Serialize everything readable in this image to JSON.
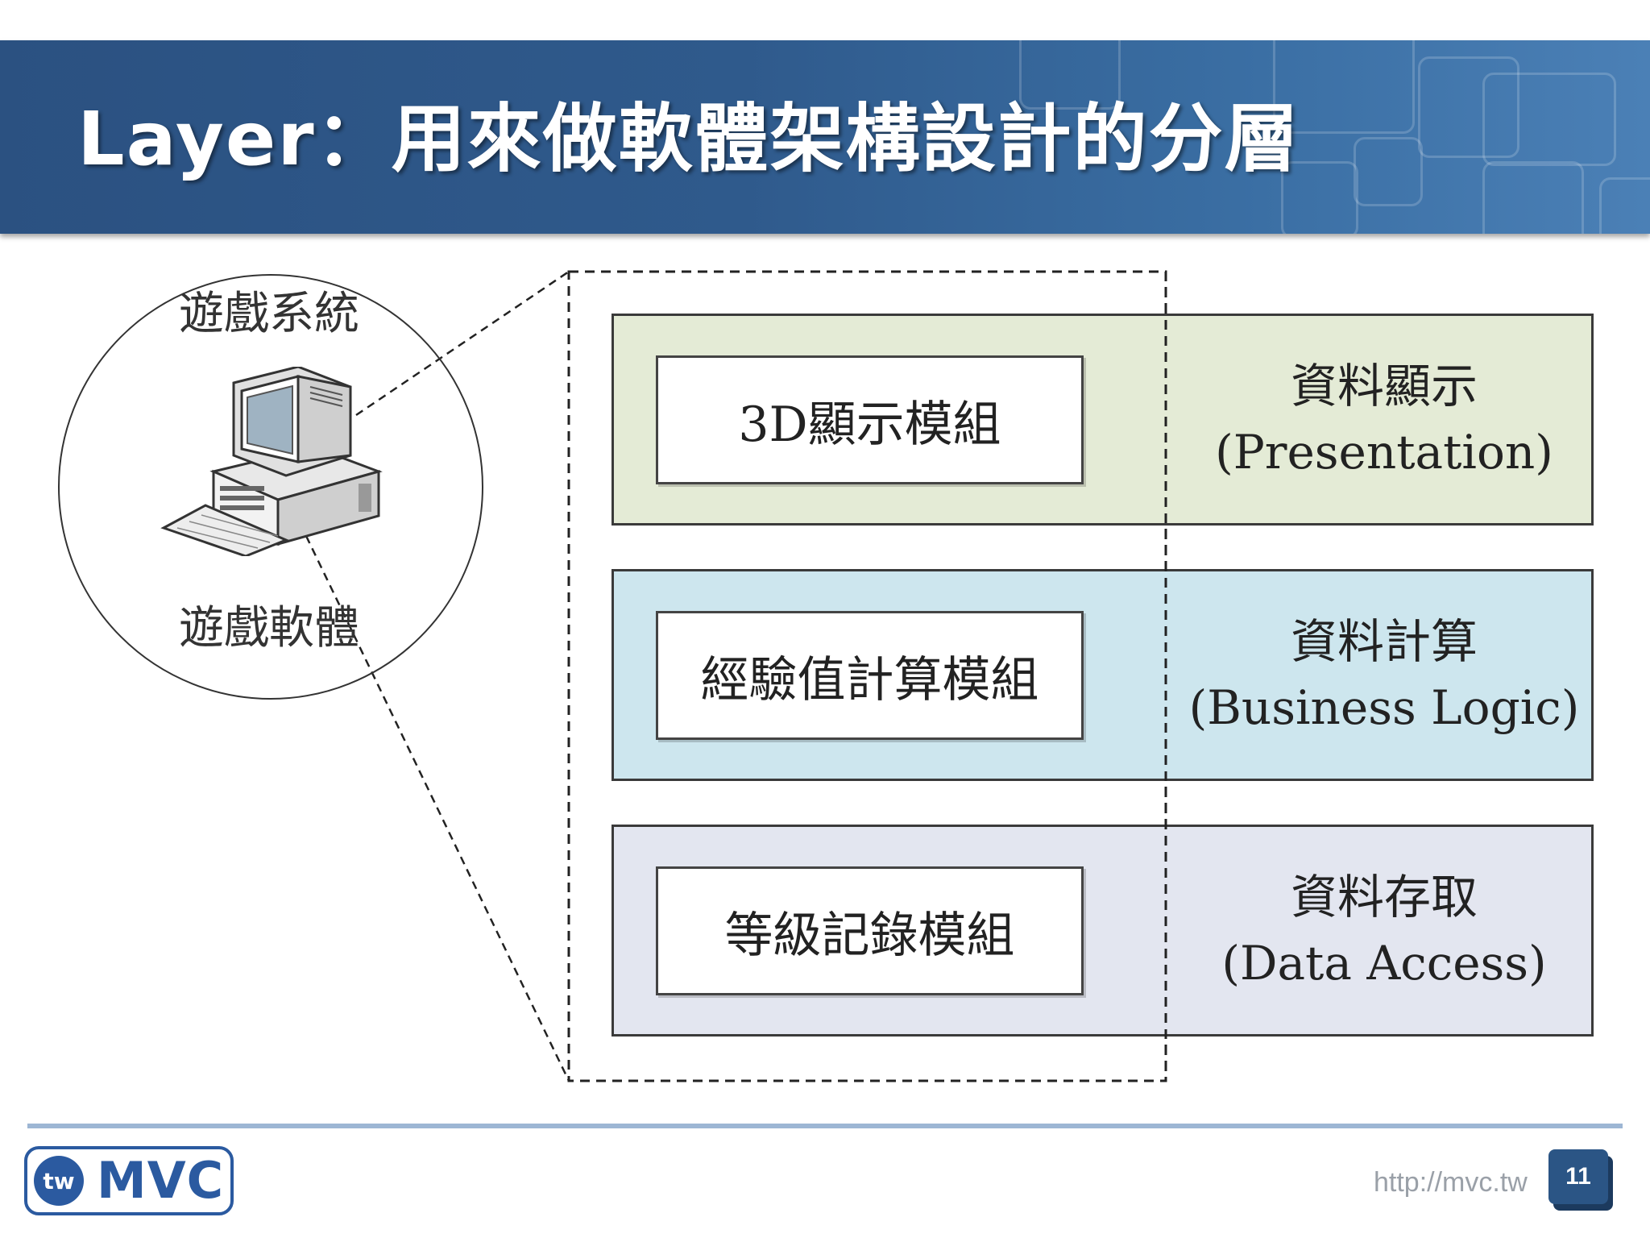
{
  "slide": {
    "title": "Layer：用來做軟體架構設計的分層",
    "colors": {
      "header": "#2f5a8c",
      "accent": "#2b5585"
    }
  },
  "diagram": {
    "circle": {
      "top_label": "遊戲系統",
      "bottom_label": "遊戲軟體",
      "icon": "desktop-computer-icon"
    },
    "layers": [
      {
        "module": "3D顯示模組",
        "desc_zh": "資料顯示",
        "desc_en": "(Presentation)",
        "color": "#e4ebd6"
      },
      {
        "module": "經驗值計算模組",
        "desc_zh": "資料計算",
        "desc_en": "(Business Logic)",
        "color": "#cde6ee"
      },
      {
        "module": "等級記錄模組",
        "desc_zh": "資料存取",
        "desc_en": "(Data Access)",
        "color": "#e3e6f0"
      }
    ]
  },
  "footer": {
    "logo_tw": "tw",
    "logo_text": "MVC",
    "url": "http://mvc.tw",
    "page_number": "11"
  }
}
